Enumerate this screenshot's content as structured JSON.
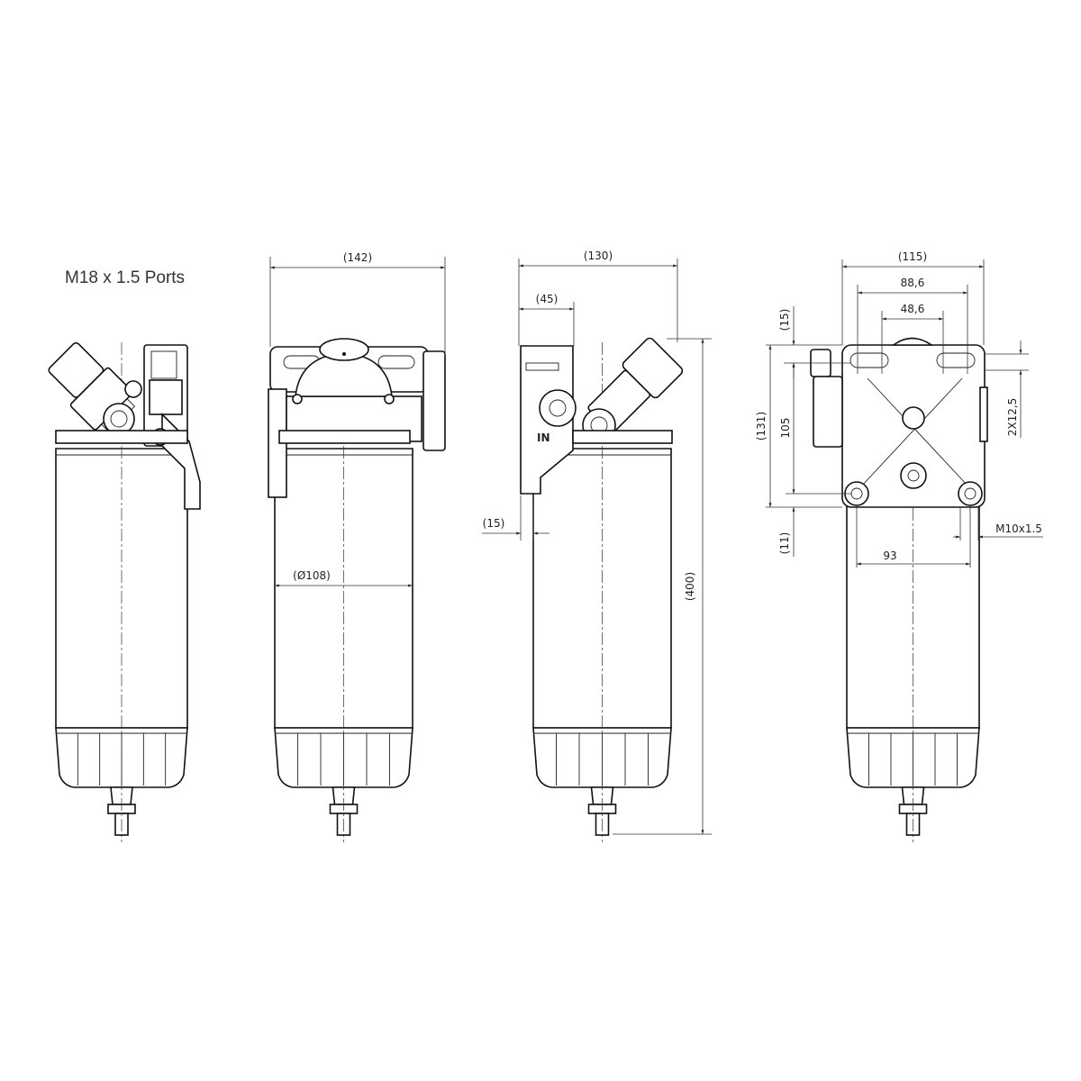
{
  "title": "M18 x 1.5 Ports",
  "view_front": {
    "width": "(142)",
    "diameter": "(Ø108)"
  },
  "view_side": {
    "width": "(130)",
    "offset": "(45)",
    "bracket": "(15)",
    "height": "(400)",
    "port_label": "IN"
  },
  "view_back": {
    "width": "(115)",
    "slot_outer": "88,6",
    "slot_inner": "48,6",
    "top": "(15)",
    "overall": "(131)",
    "hole_pitch": "105",
    "slot_height": "2X12,5",
    "bottom": "(11)",
    "thread": "M10x1.5",
    "hole_spacing": "93"
  }
}
